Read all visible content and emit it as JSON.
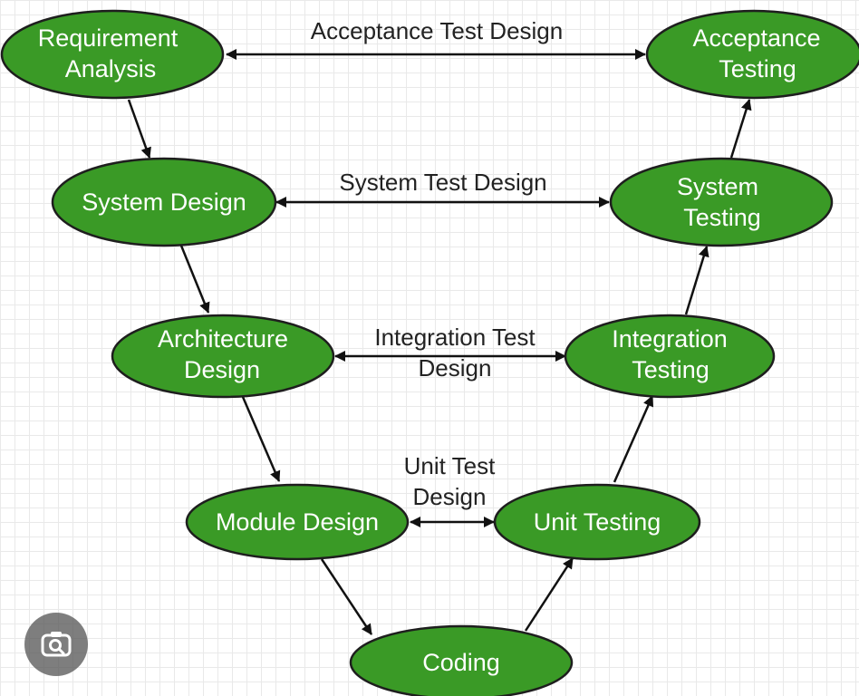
{
  "nodes": {
    "requirement": {
      "line1": "Requirement",
      "line2": "Analysis"
    },
    "acceptance_testing": {
      "line1": "Acceptance",
      "line2": "Testing"
    },
    "system_design": {
      "line1": "System Design"
    },
    "system_testing": {
      "line1": "System",
      "line2": "Testing"
    },
    "architecture": {
      "line1": "Architecture",
      "line2": "Design"
    },
    "integration_testing": {
      "line1": "Integration",
      "line2": "Testing"
    },
    "module_design": {
      "line1": "Module Design"
    },
    "unit_testing": {
      "line1": "Unit Testing"
    },
    "coding": {
      "line1": "Coding"
    }
  },
  "links": {
    "acceptance": {
      "line1": "Acceptance Test Design"
    },
    "system": {
      "line1": "System Test Design"
    },
    "integration": {
      "line1": "Integration Test",
      "line2": "Design"
    },
    "unit": {
      "line1": "Unit Test",
      "line2": "Design"
    }
  },
  "colors": {
    "node_fill": "#3a9a26",
    "node_border": "#1e1e1e",
    "node_text": "#ffffff",
    "arrow": "#111111"
  },
  "icons": {
    "lens": "camera-search-icon"
  }
}
